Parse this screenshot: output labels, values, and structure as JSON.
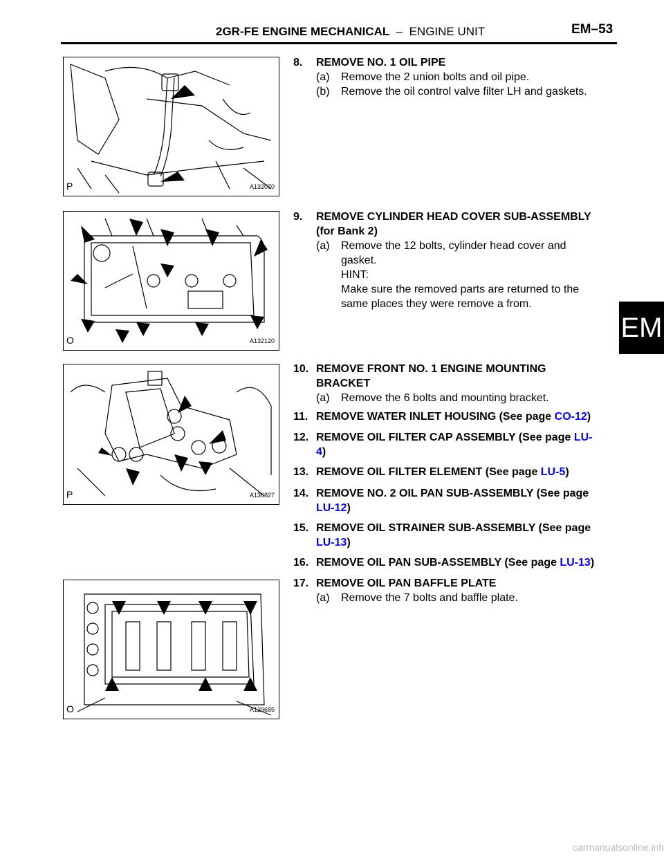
{
  "header": {
    "section": "2GR-FE ENGINE MECHANICAL",
    "subsection": "ENGINE UNIT",
    "page": "EM–53"
  },
  "side_tab": "EM",
  "figures": [
    {
      "code": "P",
      "id": "A132070"
    },
    {
      "code": "O",
      "id": "A132120"
    },
    {
      "code": "P",
      "id": "A136827"
    },
    {
      "code": "O",
      "id": "A129685"
    }
  ],
  "steps": {
    "s8": {
      "num": "8.",
      "title": "REMOVE NO. 1 OIL PIPE",
      "a": "Remove the 2 union bolts and oil pipe.",
      "b": "Remove the oil control valve filter LH and gaskets."
    },
    "s9": {
      "num": "9.",
      "title": "REMOVE CYLINDER HEAD COVER SUB-ASSEMBLY",
      "title2": "(for Bank 2)",
      "a": "Remove the 12 bolts, cylinder head cover and",
      "a2": "gasket.",
      "hint_label": "HINT:",
      "hint1": "Make sure the removed parts are returned to the",
      "hint2": "same places they were remove a from."
    },
    "s10": {
      "num": "10.",
      "title": "REMOVE FRONT NO. 1 ENGINE MOUNTING",
      "title2": "BRACKET",
      "a": "Remove the 6 bolts and mounting bracket."
    },
    "s11": {
      "num": "11.",
      "title": "REMOVE WATER INLET HOUSING (See page ",
      "link": "CO-12",
      "close": ")"
    },
    "s12": {
      "num": "12.",
      "title": "REMOVE OIL FILTER CAP ASSEMBLY (See page ",
      "link": "LU-",
      "link2": "4",
      "close": ")"
    },
    "s13": {
      "num": "13.",
      "title": "REMOVE OIL FILTER ELEMENT (See page ",
      "link": "LU-5",
      "close": ")"
    },
    "s14": {
      "num": "14.",
      "title": "REMOVE NO. 2 OIL PAN SUB-ASSEMBLY (See page",
      "link": "LU-12",
      "close": ")"
    },
    "s15": {
      "num": "15.",
      "title": "REMOVE OIL STRAINER SUB-ASSEMBLY (See page",
      "link": "LU-13",
      "close": ")"
    },
    "s16": {
      "num": "16.",
      "title": "REMOVE OIL PAN SUB-ASSEMBLY (See page ",
      "link": "LU-13",
      "close": ")"
    },
    "s17": {
      "num": "17.",
      "title": "REMOVE OIL PAN BAFFLE PLATE",
      "a": "Remove the 7 bolts and baffle plate."
    }
  },
  "labels": {
    "a": "(a)",
    "b": "(b)"
  },
  "watermark": "carmanualsonline.info"
}
